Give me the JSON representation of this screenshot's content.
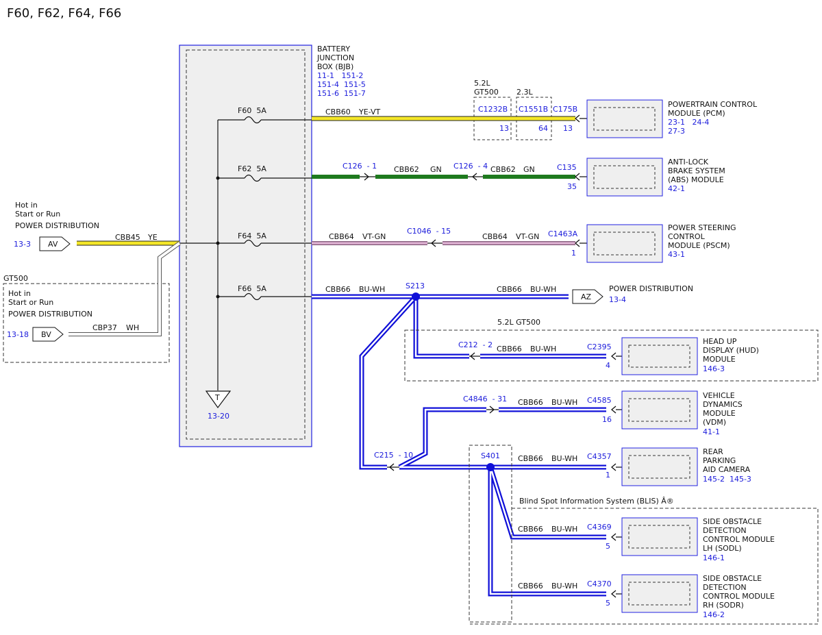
{
  "title": "F60, F62, F64, F66",
  "bjb": {
    "label_lines": [
      "BATTERY",
      "JUNCTION",
      "BOX (BJB)"
    ],
    "ref_lines": [
      "11-1   151-2",
      "151-4  151-5",
      "151-6  151-7"
    ]
  },
  "fuses": {
    "f60": "F60  5A",
    "f62": "F62  5A",
    "f64": "F64  5A",
    "f66": "F66  5A"
  },
  "ground": {
    "symbol": "T",
    "ref": "13-20"
  },
  "inputs": {
    "av": {
      "lines": [
        "Hot in",
        "Start or Run",
        "POWER DISTRIBUTION"
      ],
      "ref": "13-3",
      "tag": "AV",
      "wire": "CBB45",
      "color": "YE"
    },
    "gt500_label": "GT500",
    "bv": {
      "lines": [
        "Hot in",
        "Start or Run",
        "POWER DISTRIBUTION"
      ],
      "ref": "13-18",
      "tag": "BV",
      "wire": "CBP37",
      "color": "WH"
    }
  },
  "variants": {
    "v52": [
      "5.2L",
      "GT500"
    ],
    "v23": "2.3L"
  },
  "circuits": {
    "pcm": {
      "wire": "CBB60",
      "color": "YE-VT",
      "c1": "C1232B",
      "c1_pin": "13",
      "c2": "C1551B",
      "c2_pin": "64",
      "c3": "C175B",
      "c3_pin": "13",
      "module_lines": [
        "POWERTRAIN CONTROL",
        "MODULE (PCM)"
      ],
      "refs": [
        "23-1   24-4",
        "27-3"
      ]
    },
    "abs": {
      "conn1": "C126  - 1",
      "wire1": "CBB62",
      "color1": "GN",
      "conn2": "C126  - 4",
      "wire2": "CBB62",
      "color2": "GN",
      "conn3": "C135",
      "conn3_pin": "35",
      "module_lines": [
        "ANTI-LOCK",
        "BRAKE SYSTEM",
        "(ABS) MODULE"
      ],
      "refs": [
        "42-1"
      ]
    },
    "pscm": {
      "wire1": "CBB64",
      "color1": "VT-GN",
      "conn1": "C1046  - 15",
      "wire2": "CBB64",
      "color2": "VT-GN",
      "conn2": "C1463A",
      "conn2_pin": "1",
      "module_lines": [
        "POWER STEERING",
        "CONTROL",
        "MODULE (PSCM)"
      ],
      "refs": [
        "43-1"
      ]
    },
    "az": {
      "wire1": "CBB66",
      "color1": "BU-WH",
      "splice": "S213",
      "wire2": "CBB66",
      "color2": "BU-WH",
      "tag": "AZ",
      "dest_lines": [
        "POWER DISTRIBUTION",
        "13-4"
      ]
    },
    "hud": {
      "group_label": "5.2L GT500",
      "conn1": "C212  - 2",
      "wire": "CBB66",
      "color": "BU-WH",
      "conn2": "C2395",
      "conn2_pin": "4",
      "module_lines": [
        "HEAD UP",
        "DISPLAY (HUD)",
        "MODULE"
      ],
      "refs": [
        "146-3"
      ]
    },
    "vdm": {
      "conn1": "C4846  - 31",
      "wire": "CBB66",
      "color": "BU-WH",
      "conn2": "C4585",
      "conn2_pin": "16",
      "module_lines": [
        "VEHICLE",
        "DYNAMICS",
        "MODULE",
        "(VDM)"
      ],
      "refs": [
        "41-1"
      ]
    },
    "rear_cam": {
      "conn1": "C215  - 10",
      "splice": "S401",
      "wire": "CBB66",
      "color": "BU-WH",
      "conn2": "C4357",
      "conn2_pin": "1",
      "module_lines": [
        "REAR",
        "PARKING",
        "AID CAMERA"
      ],
      "refs": [
        "145-2  145-3"
      ]
    },
    "blis": {
      "group_label": "Blind Spot Information System (BLIS) Â®",
      "sodl": {
        "wire": "CBB66",
        "color": "BU-WH",
        "conn": "C4369",
        "pin": "5",
        "module_lines": [
          "SIDE OBSTACLE",
          "DETECTION",
          "CONTROL MODULE",
          "LH (SODL)"
        ],
        "refs": [
          "146-1"
        ]
      },
      "sodr": {
        "wire": "CBB66",
        "color": "BU-WH",
        "conn": "C4370",
        "pin": "5",
        "module_lines": [
          "SIDE OBSTACLE",
          "DETECTION",
          "CONTROL MODULE",
          "RH (SODR)"
        ],
        "refs": [
          "146-2"
        ]
      }
    }
  },
  "colors": {
    "yellow": "#f4e628",
    "green": "#1e7a1e",
    "pink": "#d8a4c8",
    "blue": "#1010d8",
    "gray": "#b8b8b8",
    "module_fill": "#efefef",
    "ref_text": "#1a1adb"
  }
}
